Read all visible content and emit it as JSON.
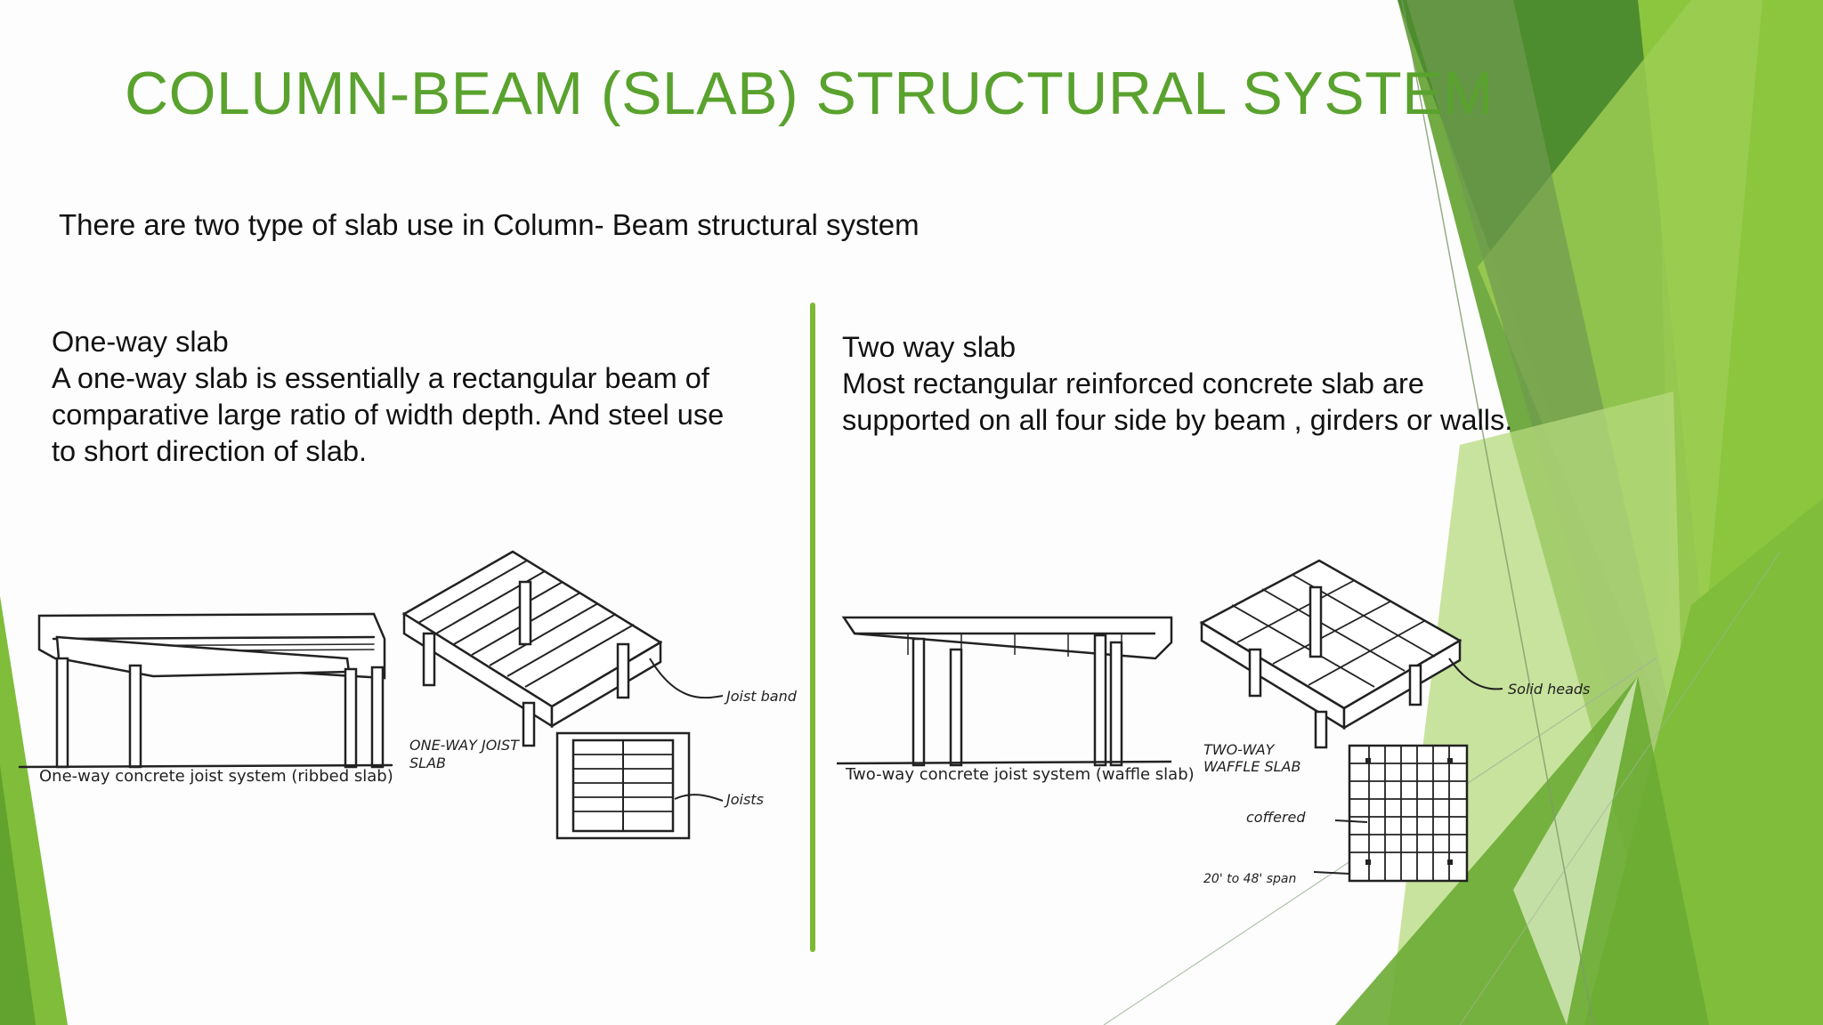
{
  "slide": {
    "title": "COLUMN-BEAM (SLAB) STRUCTURAL SYSTEM",
    "intro": "There are two type of slab use in Column- Beam structural system",
    "left": {
      "heading": "One-way slab",
      "lines": [
        "A one-way slab is essentially a rectangular beam of",
        "comparative large ratio of width depth. And steel use",
        "to short direction of slab."
      ],
      "sketch_caption": "One-way concrete joist system (ribbed slab)",
      "label_type": "ONE-WAY JOIST",
      "label_type2": "SLAB",
      "label_band": "Joist band",
      "label_joists": "Joists"
    },
    "right": {
      "heading": "Two way slab",
      "lines": [
        "Most rectangular reinforced concrete slab are",
        "supported on all four side by beam , girders or walls."
      ],
      "sketch_caption": "Two-way concrete joist system (waffle slab)",
      "label_type": "TWO-WAY",
      "label_type2": "WAFFLE SLAB",
      "label_heads": "Solid heads",
      "label_coffered": "coffered",
      "label_span": "20' to 48' span"
    }
  },
  "colors": {
    "title_green": "#5aa22e",
    "divider_green": "#7cb834",
    "accent_dark_green": "#4f8a2b",
    "accent_light_green": "#8cc63f"
  }
}
